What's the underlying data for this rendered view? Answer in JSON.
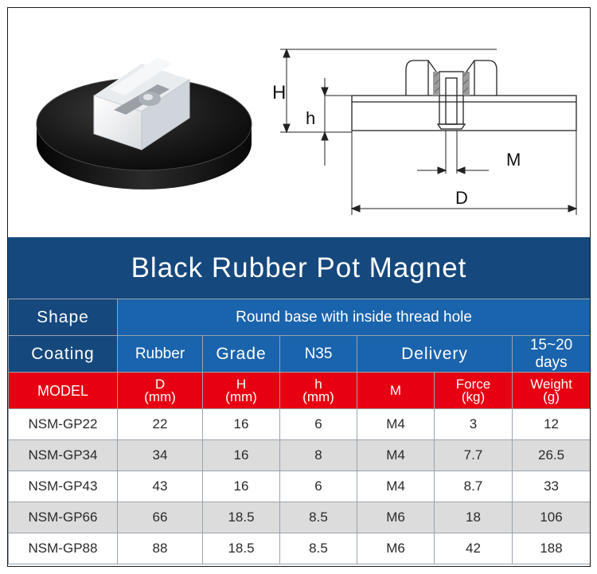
{
  "drawing_labels": {
    "H": "H",
    "h": "h",
    "M": "M",
    "D": "D"
  },
  "title": "Black Rubber Pot Magnet",
  "shape": {
    "label": "Shape",
    "value": "Round base with inside thread hole"
  },
  "coating": {
    "label": "Coating",
    "value": "Rubber",
    "grade_label": "Grade",
    "grade_value": "N35",
    "delivery_label": "Delivery",
    "delivery_value": "15~20 days"
  },
  "columns": [
    {
      "line1": "MODEL",
      "line2": ""
    },
    {
      "line1": "D",
      "line2": "(mm)"
    },
    {
      "line1": "H",
      "line2": "(mm)"
    },
    {
      "line1": "h",
      "line2": "(mm)"
    },
    {
      "line1": "M",
      "line2": ""
    },
    {
      "line1": "Force",
      "line2": "(kg)"
    },
    {
      "line1": "Weight",
      "line2": "(g)"
    }
  ],
  "rows": [
    [
      "NSM-GP22",
      "22",
      "16",
      "6",
      "M4",
      "3",
      "12"
    ],
    [
      "NSM-GP34",
      "34",
      "16",
      "8",
      "M4",
      "7.7",
      "26.5"
    ],
    [
      "NSM-GP43",
      "43",
      "16",
      "6",
      "M4",
      "8.7",
      "33"
    ],
    [
      "NSM-GP66",
      "66",
      "18.5",
      "8.5",
      "M6",
      "18",
      "106"
    ],
    [
      "NSM-GP88",
      "88",
      "18.5",
      "8.5",
      "M6",
      "42",
      "188"
    ]
  ],
  "colors": {
    "header_blue": "#15487d",
    "row_blue": "#1a63ad",
    "header_red": "#e60012",
    "row_grey": "#dcdcdc"
  }
}
